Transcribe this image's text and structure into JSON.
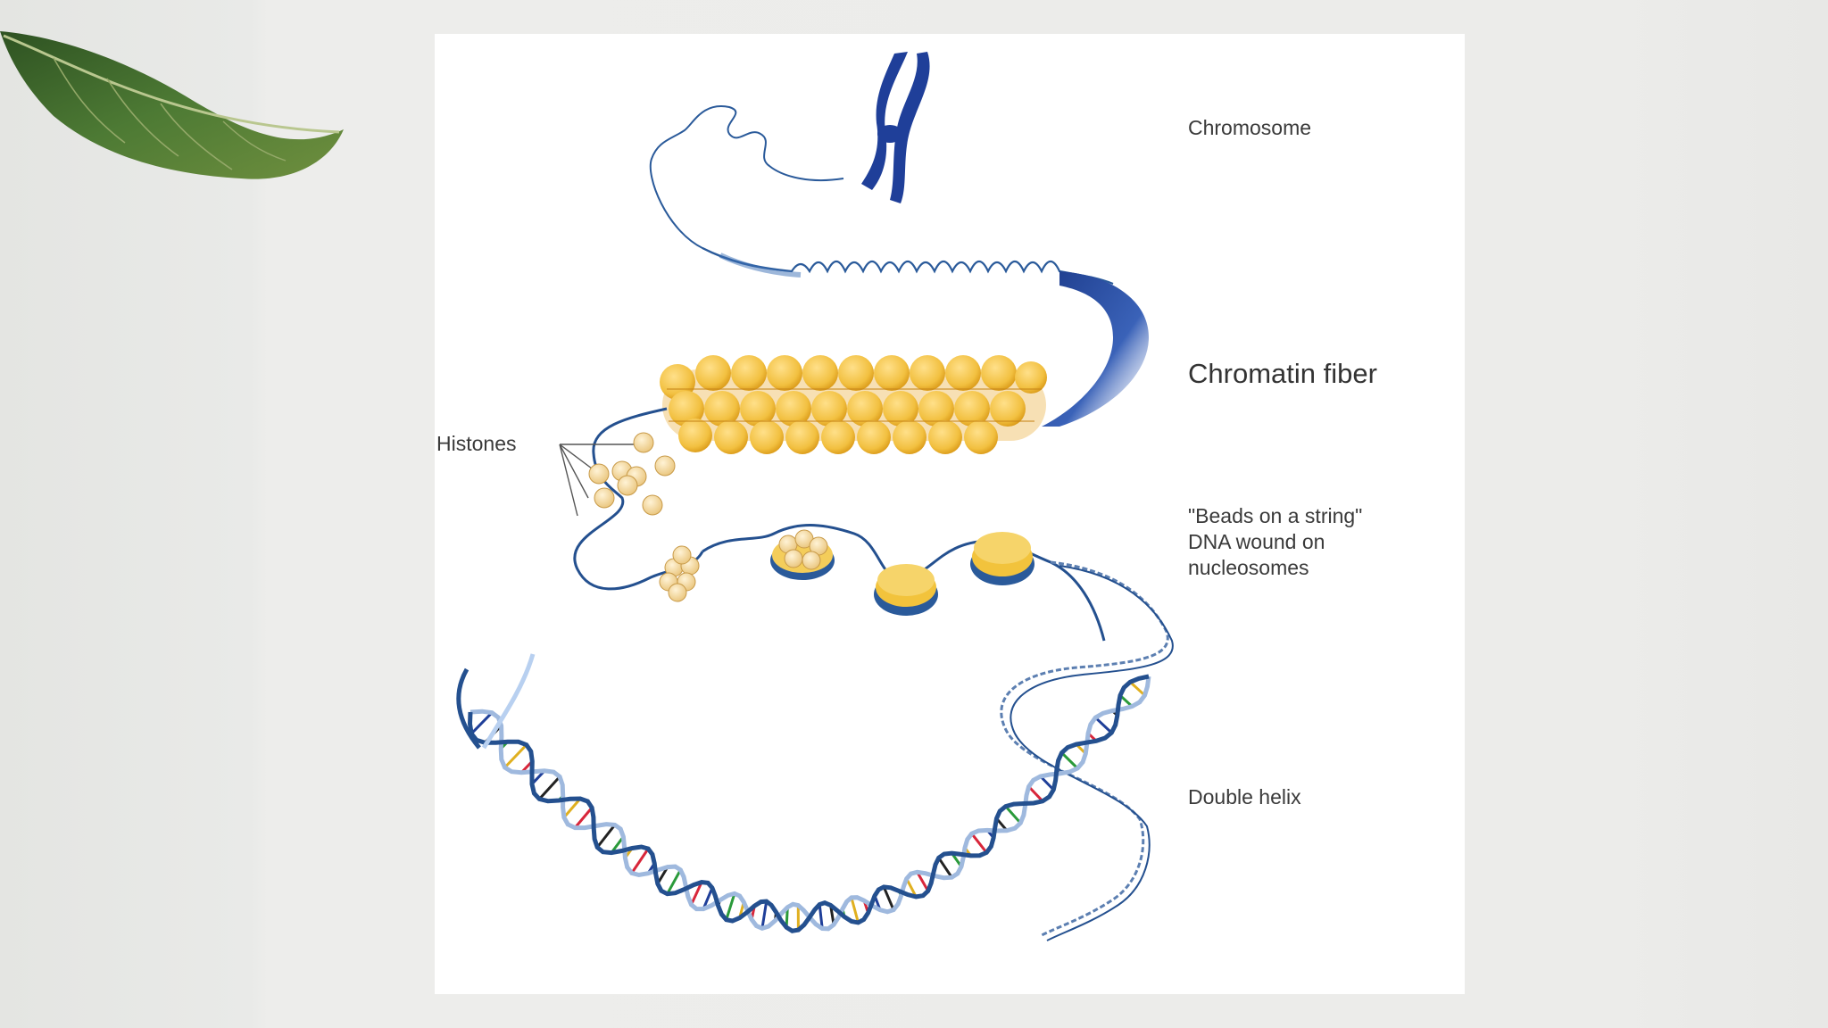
{
  "diagram": {
    "labels": {
      "chromosome": "Chromosome",
      "chromatin_fiber": "Chromatin fiber",
      "histones": "Histones",
      "beads_on_string": "\"Beads on a string\"\nDNA wound on\nnucleosomes",
      "double_helix": "Double helix"
    },
    "colors": {
      "chromosome_blue": "#1f3f99",
      "dna_strand_blue": "#2a5a9a",
      "histone_gold": "#f2c54a",
      "histone_dark": "#d99a1a",
      "bead_light": "#f6dca0",
      "leaf_green": "#3f6a2c"
    }
  },
  "decor": {
    "leaf_icon": "leaf-icon"
  }
}
